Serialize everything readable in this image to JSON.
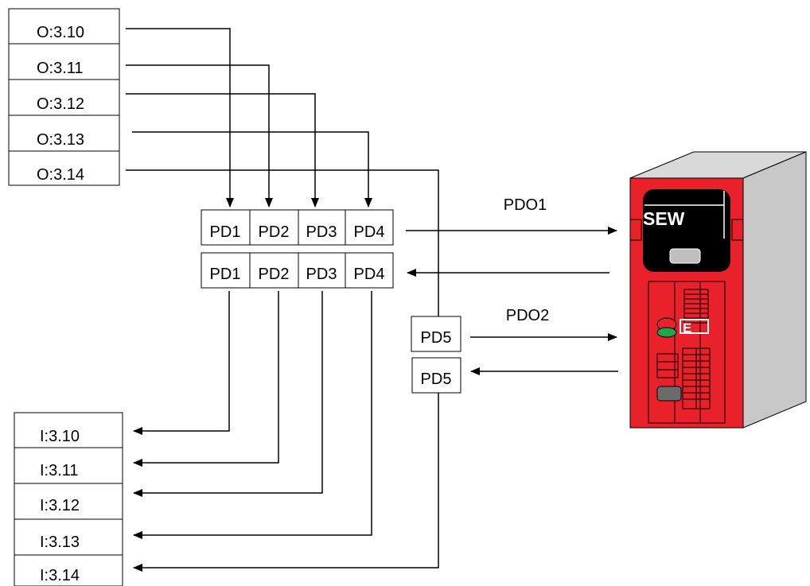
{
  "outputs": [
    "O:3.10",
    "O:3.11",
    "O:3.12",
    "O:3.13",
    "O:3.14"
  ],
  "inputs": [
    "I:3.10",
    "I:3.11",
    "I:3.12",
    "I:3.13",
    "I:3.14"
  ],
  "pdo1_out": [
    "PD1",
    "PD2",
    "PD3",
    "PD4"
  ],
  "pdo1_in": [
    "PD1",
    "PD2",
    "PD3",
    "PD4"
  ],
  "pdo2_out": "PD5",
  "pdo2_in": "PD5",
  "channel_labels": {
    "pdo1": "PDO1",
    "pdo2": "PDO2"
  },
  "device": {
    "brand": "SEW",
    "display_letter": "E",
    "colors": {
      "front": "#e8212a",
      "side": "#c8c8c8",
      "top": "#d9d9d9",
      "panel": "#000000",
      "led_red": "#e8212a",
      "led_green": "#1fa84a"
    }
  }
}
